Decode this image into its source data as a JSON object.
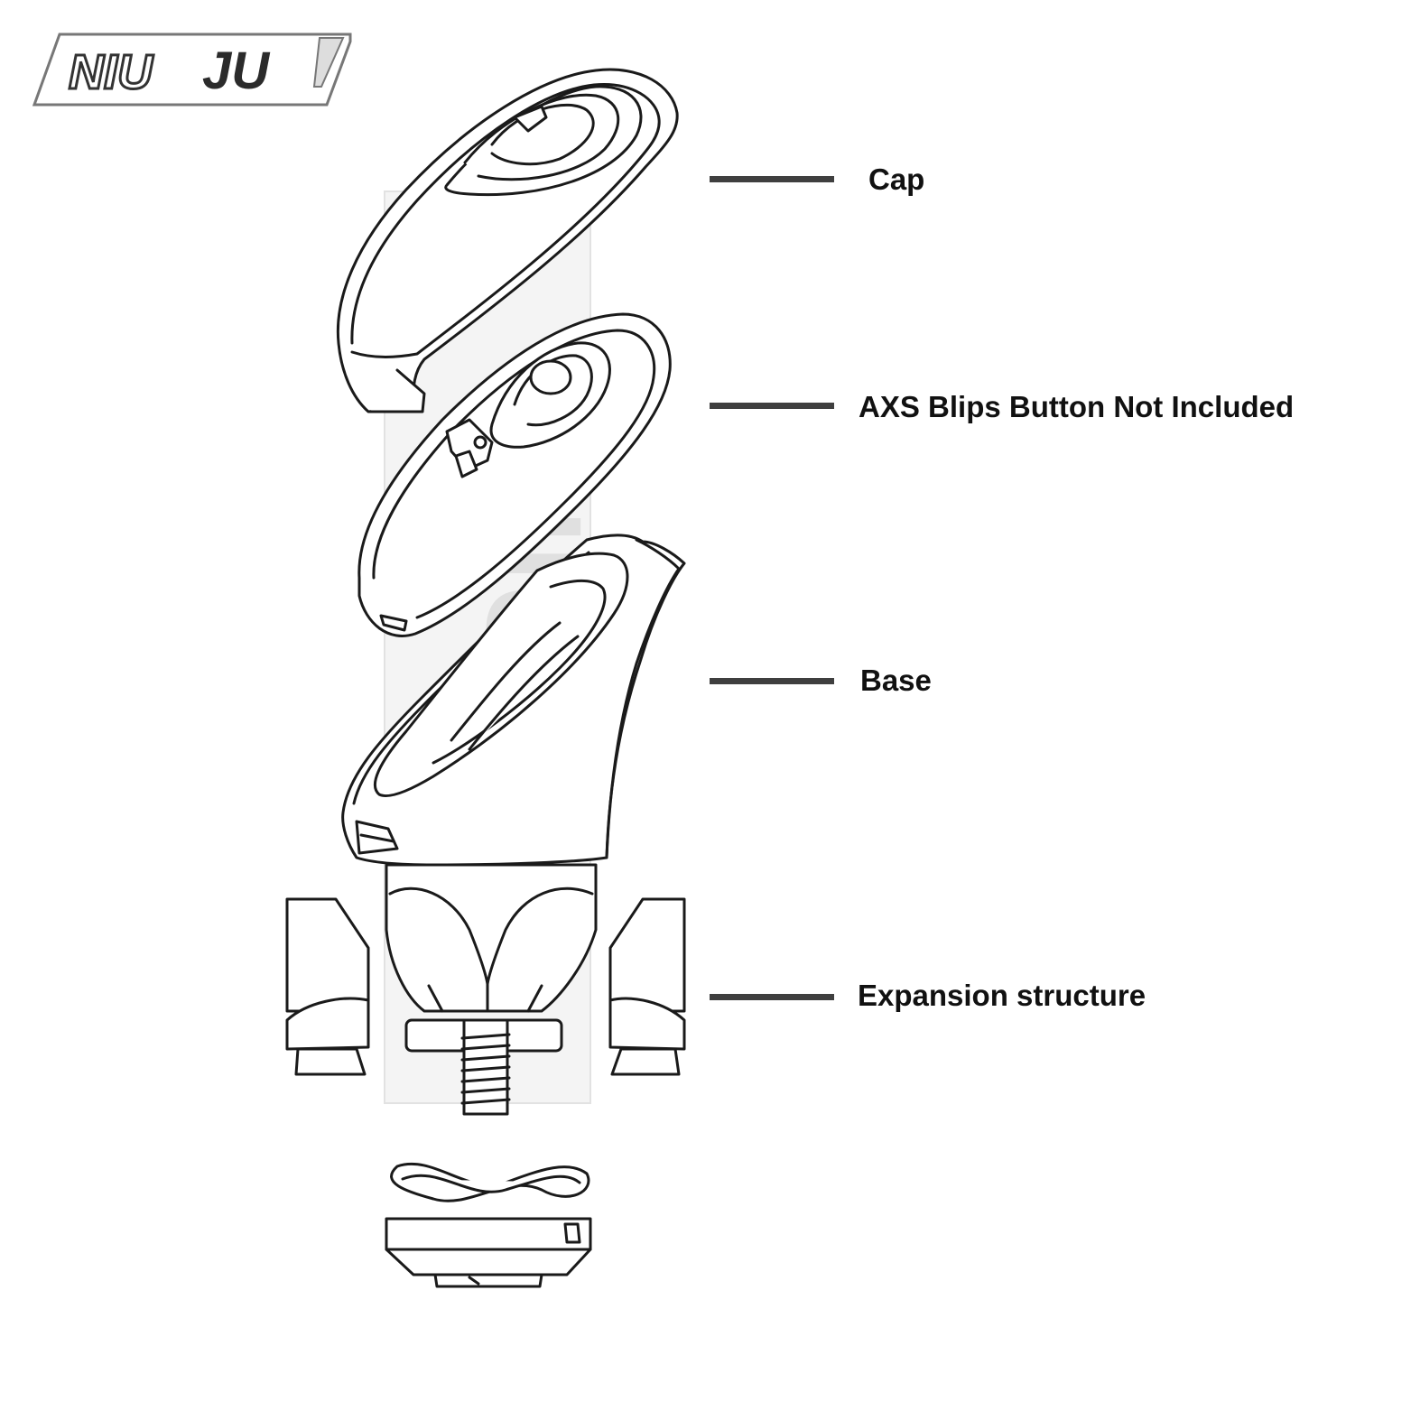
{
  "brand": {
    "logo_text_1": "NIU",
    "logo_text_2": "JU"
  },
  "watermark": {
    "text": "NIUJU"
  },
  "callouts": [
    {
      "label": "Cap"
    },
    {
      "label": "AXS Blips Button Not Included"
    },
    {
      "label": "Base"
    },
    {
      "label": "Expansion structure"
    }
  ],
  "colors": {
    "outline": "#1a1a1a",
    "callout_line": "#3f3f3f",
    "label": "#111111",
    "watermark": "#d6d6d6",
    "background": "#ffffff"
  }
}
